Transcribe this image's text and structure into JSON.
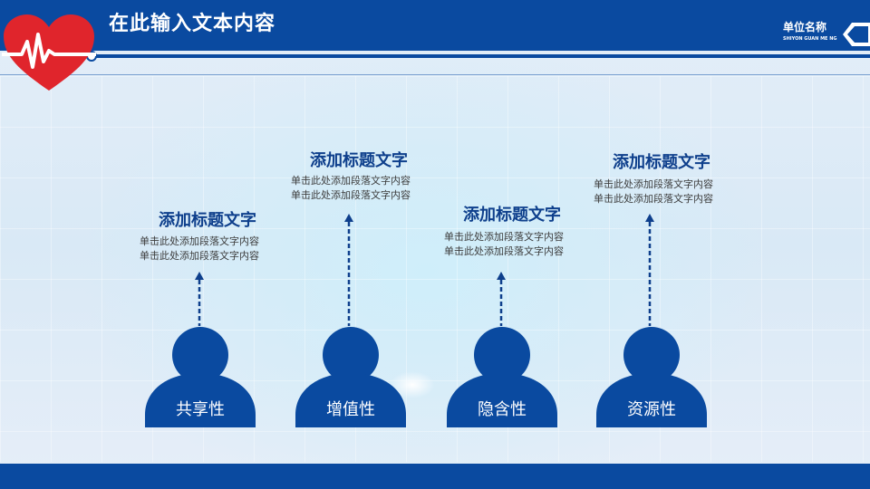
{
  "header": {
    "title": "在此输入文本内容",
    "unit_name": "单位名称",
    "unit_sub": "SHIYON GUAN ME NG"
  },
  "items": [
    {
      "title": "添加标题文字",
      "desc1": "单击此处添加段落文字内容",
      "desc2": "单击此处添加段落文字内容",
      "label": "共享性"
    },
    {
      "title": "添加标题文字",
      "desc1": "单击此处添加段落文字内容",
      "desc2": "单击此处添加段落文字内容",
      "label": "增值性"
    },
    {
      "title": "添加标题文字",
      "desc1": "单击此处添加段落文字内容",
      "desc2": "单击此处添加段落文字内容",
      "label": "隐含性"
    },
    {
      "title": "添加标题文字",
      "desc1": "单击此处添加段落文字内容",
      "desc2": "单击此处添加段落文字内容",
      "label": "资源性"
    }
  ],
  "colors": {
    "primary": "#0a4aa0",
    "title_text": "#0e3f8c",
    "heart": "#e0252c"
  },
  "icons": [
    "heartbeat-heart-icon",
    "arrow-up-icon",
    "person-icon",
    "tag-arrow-icon"
  ]
}
